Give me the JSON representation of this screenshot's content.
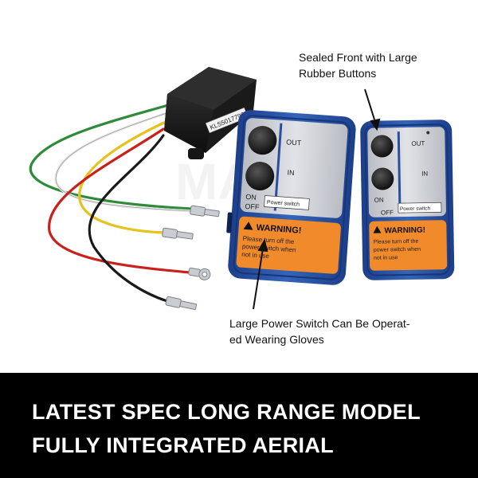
{
  "receiver": {
    "label": "KLS5017796"
  },
  "remote": {
    "out_label": "OUT",
    "in_label": "IN",
    "on_label": "ON",
    "off_label": "OFF",
    "power_switch_label": "Power switch",
    "warning_title": "WARNING!",
    "warning_line1": "Please turn off the",
    "warning_line2": "power switch when",
    "warning_line3": "not in use"
  },
  "callouts": {
    "sealed_front_line1": "Sealed Front with Large",
    "sealed_front_line2": "Rubber Buttons",
    "power_switch_line1": "Large Power Switch Can Be Operat-",
    "power_switch_line2": "ed Wearing Gloves"
  },
  "banner": {
    "line1": "LATEST SPEC LONG RANGE MODEL",
    "line2": "FULLY INTEGRATED AERIAL"
  },
  "colors": {
    "remote_blue": "#2a4f9e",
    "face_grey": "#c9ccd2",
    "warning_orange": "#f08a2a",
    "wire_red": "#c8201a",
    "wire_green": "#2e8b3a",
    "wire_yellow": "#e6c21a",
    "wire_black": "#1a1a1a"
  }
}
